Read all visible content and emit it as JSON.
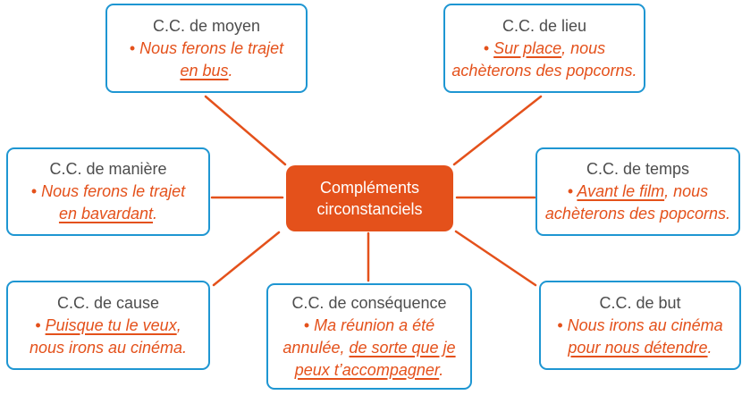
{
  "ui": {
    "background": "#ffffff",
    "accent_orange": "#e4511b",
    "border_blue": "#1e96d2",
    "title_gray": "#4d4d4d"
  },
  "center": {
    "label": "Compléments circonstanciels"
  },
  "nodes": [
    {
      "key": "moyen",
      "title": "C.C. de moyen",
      "example_lines": [
        [
          {
            "t": "• Nous ferons le trajet"
          }
        ],
        [
          {
            "t": "en bus",
            "u": true
          },
          {
            "t": "."
          }
        ]
      ]
    },
    {
      "key": "lieu",
      "title": "C.C. de lieu",
      "example_lines": [
        [
          {
            "t": "• "
          },
          {
            "t": "Sur place",
            "u": true
          },
          {
            "t": ", nous"
          }
        ],
        [
          {
            "t": "achèterons des popcorns."
          }
        ]
      ]
    },
    {
      "key": "maniere",
      "title": "C.C. de manière",
      "example_lines": [
        [
          {
            "t": "• Nous ferons le trajet"
          }
        ],
        [
          {
            "t": "en bavardant",
            "u": true
          },
          {
            "t": "."
          }
        ]
      ]
    },
    {
      "key": "temps",
      "title": "C.C. de temps",
      "example_lines": [
        [
          {
            "t": "• "
          },
          {
            "t": "Avant le film",
            "u": true
          },
          {
            "t": ", nous"
          }
        ],
        [
          {
            "t": "achèterons des popcorns."
          }
        ]
      ]
    },
    {
      "key": "cause",
      "title": "C.C. de cause",
      "example_lines": [
        [
          {
            "t": "• "
          },
          {
            "t": "Puisque tu le veux",
            "u": true
          },
          {
            "t": ","
          }
        ],
        [
          {
            "t": "nous irons au cinéma."
          }
        ]
      ]
    },
    {
      "key": "consequence",
      "title": "C.C. de conséquence",
      "example_lines": [
        [
          {
            "t": "• Ma réunion a été"
          }
        ],
        [
          {
            "t": "annulée, "
          },
          {
            "t": "de sorte que je",
            "u": true
          }
        ],
        [
          {
            "t": "peux t’accompagner",
            "u": true
          },
          {
            "t": "."
          }
        ]
      ]
    },
    {
      "key": "but",
      "title": "C.C. de but",
      "example_lines": [
        [
          {
            "t": "• Nous irons au cinéma"
          }
        ],
        [
          {
            "t": "pour nous détendre",
            "u": true
          },
          {
            "t": "."
          }
        ]
      ]
    }
  ]
}
